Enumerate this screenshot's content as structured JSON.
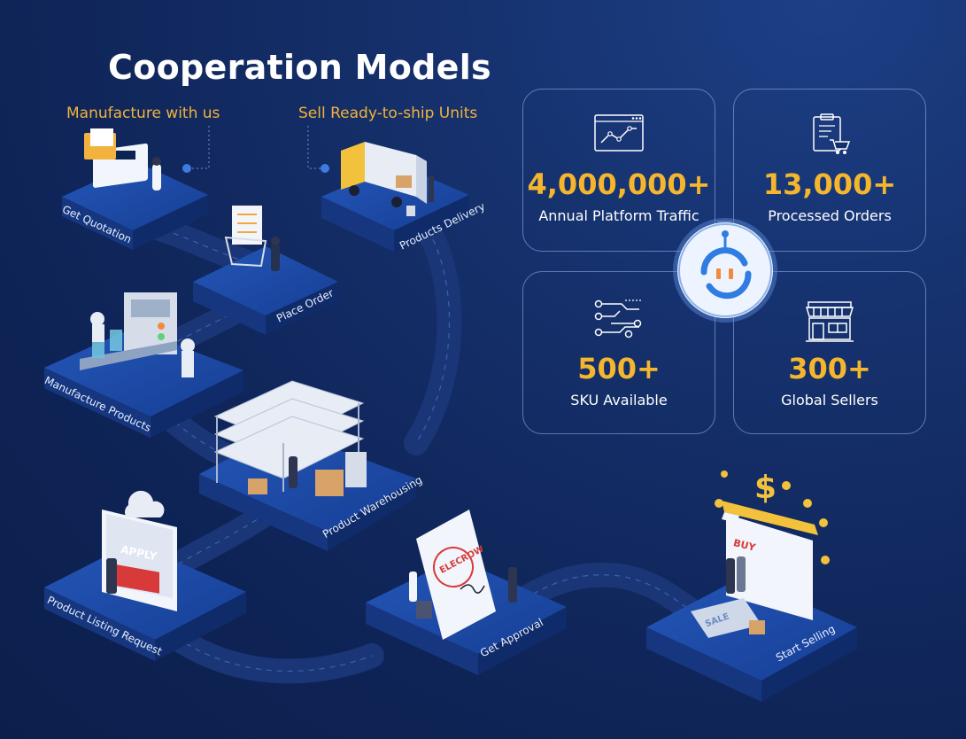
{
  "title": "Cooperation Models",
  "modes": {
    "manufacture": "Manufacture with us",
    "ready": "Sell Ready-to-ship Units"
  },
  "steps": {
    "quotation": "Get Quotation",
    "place_order": "Place Order",
    "delivery": "Products Delivery",
    "manufacture": "Manufacture Products",
    "warehousing": "Product Warehousing",
    "listing": "Product Listing Request",
    "approval": "Get Approval",
    "selling": "Start Selling"
  },
  "illustration_text": {
    "apply": "APPLY",
    "elecrow": "ELECROW",
    "buy": "BUY",
    "sale": "SALE"
  },
  "stats": [
    {
      "value": "4,000,000+",
      "label": "Annual Platform Traffic",
      "icon": "line-chart-icon"
    },
    {
      "value": "13,000+",
      "label": "Processed Orders",
      "icon": "clipboard-cart-icon"
    },
    {
      "value": "500+",
      "label": "SKU Available",
      "icon": "circuit-icon"
    },
    {
      "value": "300+",
      "label": "Global Sellers",
      "icon": "storefront-icon"
    }
  ],
  "colors": {
    "background": "#12295f",
    "accent": "#f5b62e",
    "platform_top": "#1d4aa8",
    "platform_side": "#0f2d6e",
    "hub": "#2f7de0"
  }
}
